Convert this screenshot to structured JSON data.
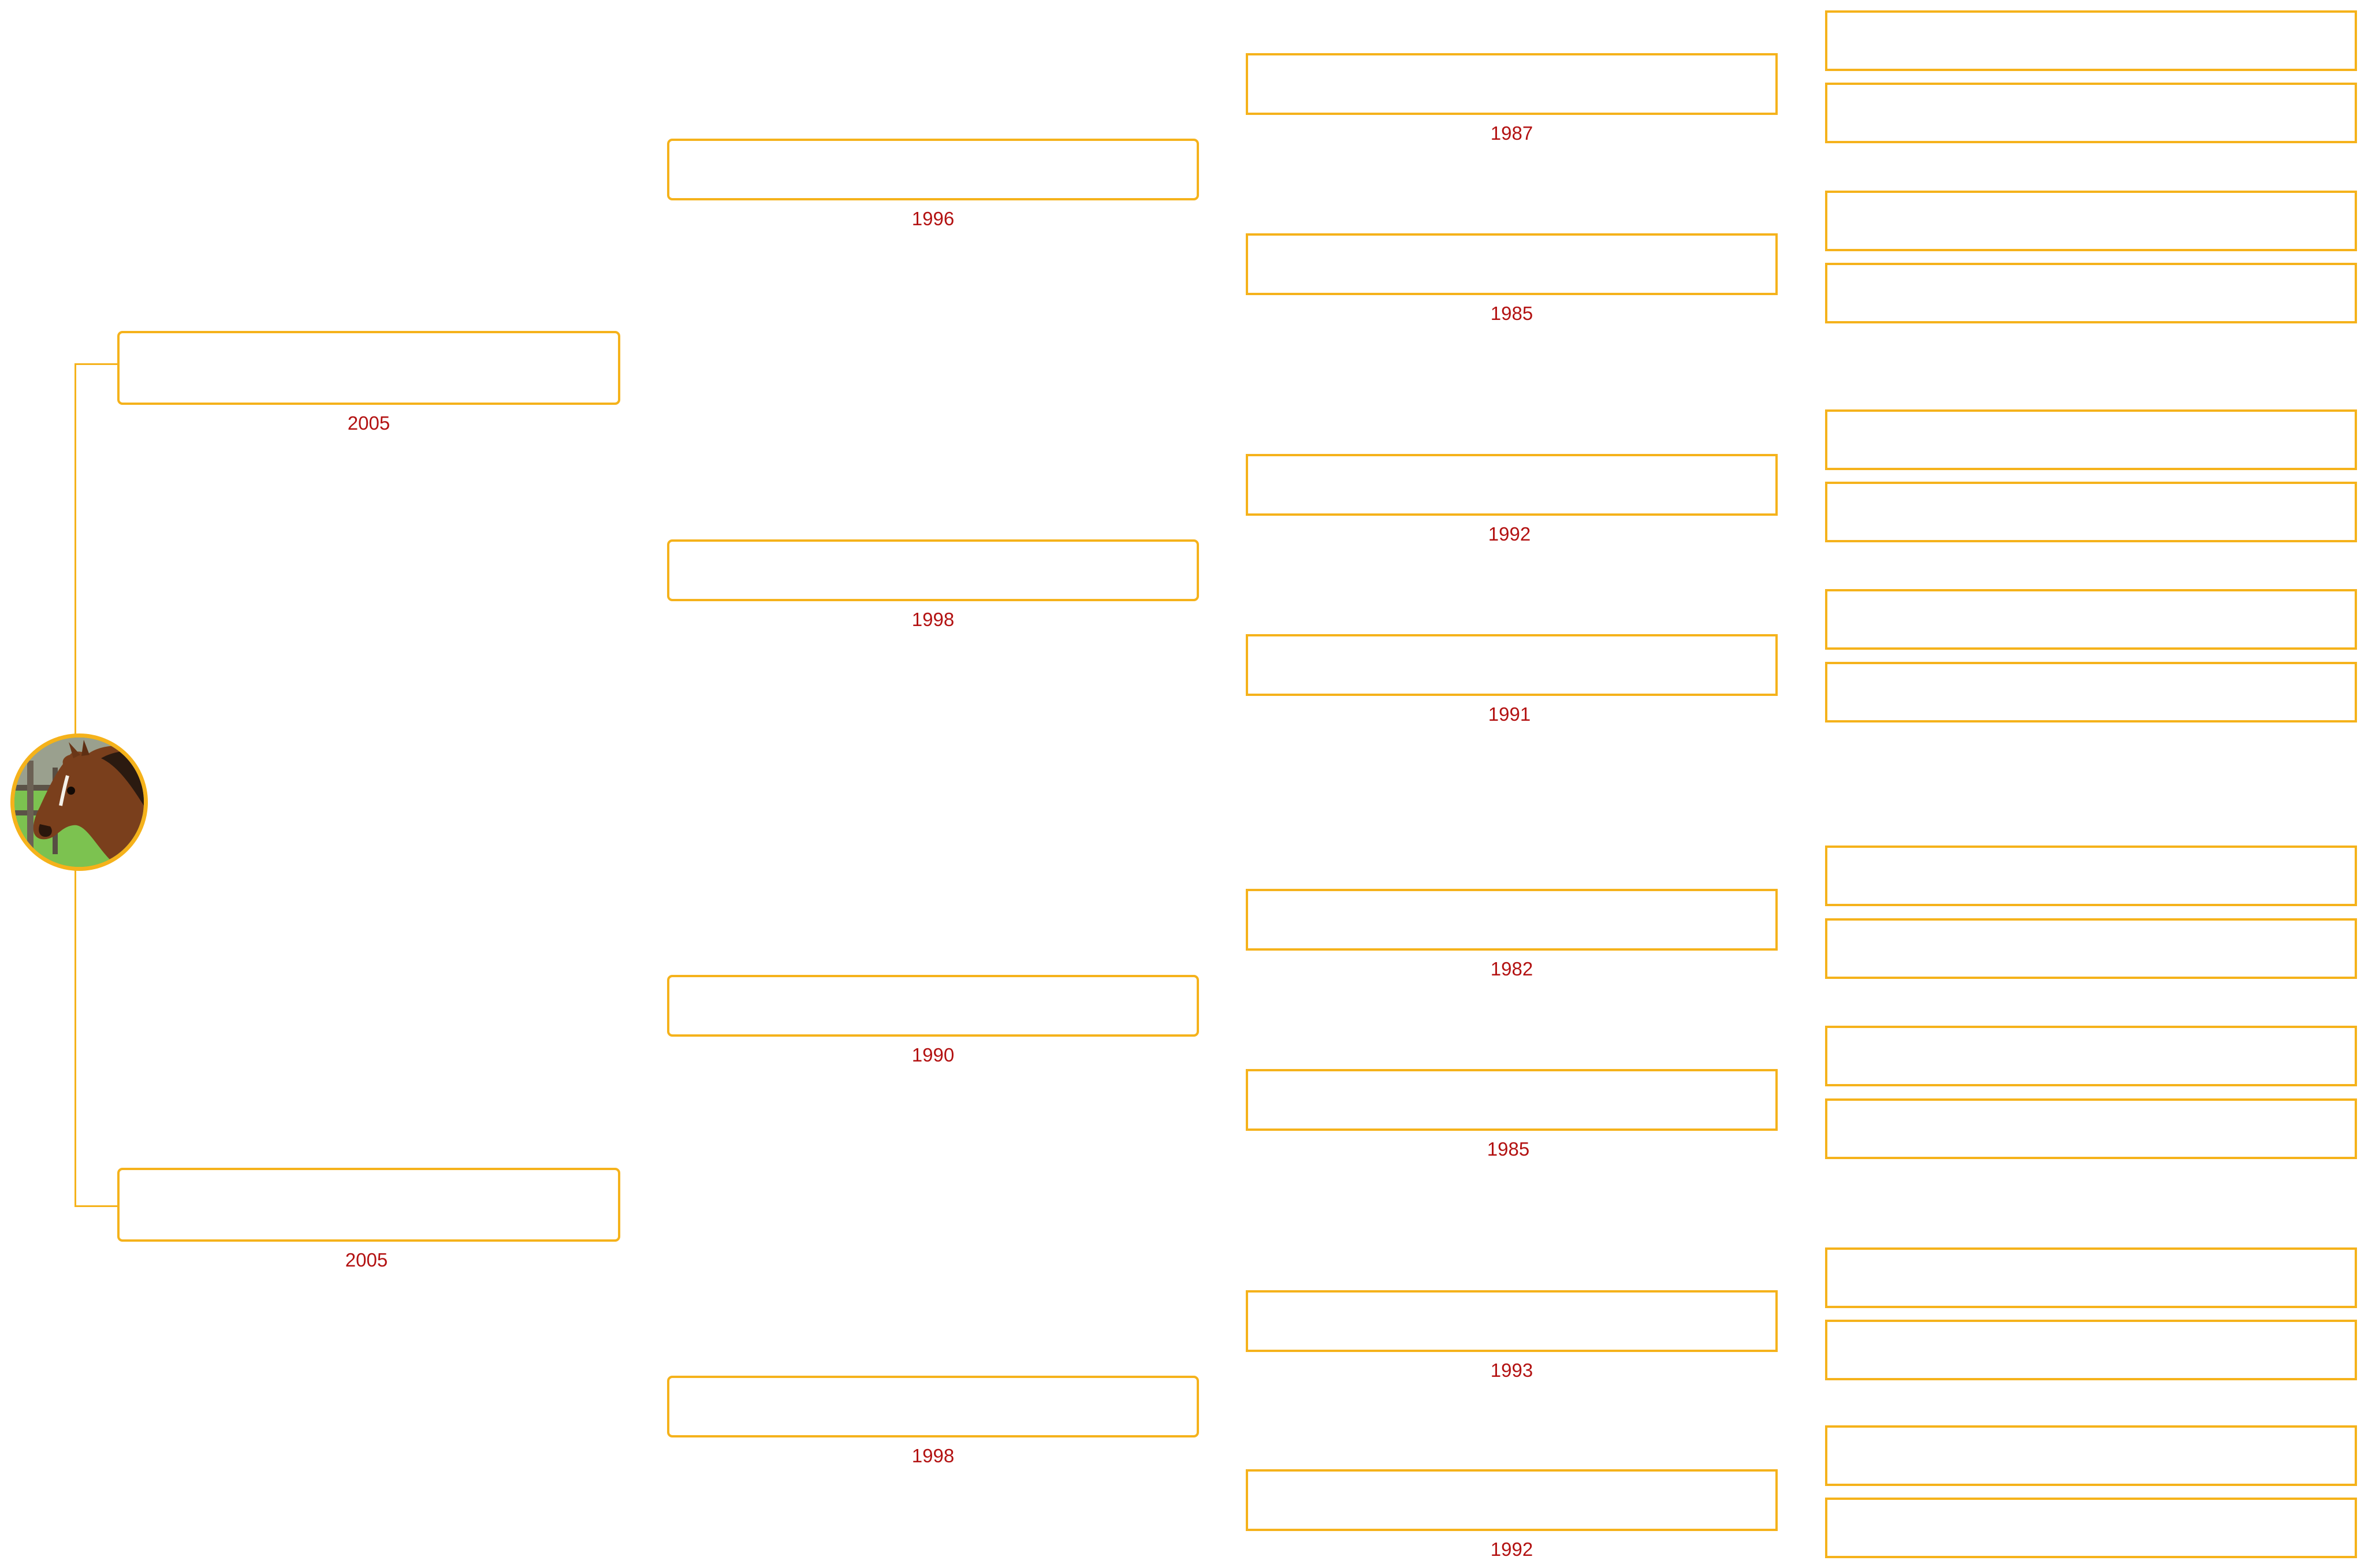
{
  "theme": {
    "accent": "#f5b21b",
    "year_color": "#b31212",
    "background": "#ffffff"
  },
  "subject": {
    "photo_icon": "horse-head-photo"
  },
  "generations": [
    {
      "level": 1,
      "ancestors": [
        {
          "id": "sire",
          "name": "",
          "year": "2005"
        },
        {
          "id": "dam",
          "name": "",
          "year": "2005"
        }
      ]
    },
    {
      "level": 2,
      "ancestors": [
        {
          "id": "sire-sire",
          "name": "",
          "year": "1996"
        },
        {
          "id": "sire-dam",
          "name": "",
          "year": "1998"
        },
        {
          "id": "dam-sire",
          "name": "",
          "year": "1990"
        },
        {
          "id": "dam-dam",
          "name": "",
          "year": "1998"
        }
      ]
    },
    {
      "level": 3,
      "ancestors": [
        {
          "id": "g3-1",
          "name": "",
          "year": "1987"
        },
        {
          "id": "g3-2",
          "name": "",
          "year": "1985"
        },
        {
          "id": "g3-3",
          "name": "",
          "year": "1992"
        },
        {
          "id": "g3-4",
          "name": "",
          "year": "1991"
        },
        {
          "id": "g3-5",
          "name": "",
          "year": "1982"
        },
        {
          "id": "g3-6",
          "name": "",
          "year": "1985"
        },
        {
          "id": "g3-7",
          "name": "",
          "year": "1993"
        },
        {
          "id": "g3-8",
          "name": "",
          "year": "1992"
        }
      ]
    },
    {
      "level": 4,
      "ancestors": [
        {
          "id": "g4-1",
          "name": ""
        },
        {
          "id": "g4-2",
          "name": ""
        },
        {
          "id": "g4-3",
          "name": ""
        },
        {
          "id": "g4-4",
          "name": ""
        },
        {
          "id": "g4-5",
          "name": ""
        },
        {
          "id": "g4-6",
          "name": ""
        },
        {
          "id": "g4-7",
          "name": ""
        },
        {
          "id": "g4-8",
          "name": ""
        },
        {
          "id": "g4-9",
          "name": ""
        },
        {
          "id": "g4-10",
          "name": ""
        },
        {
          "id": "g4-11",
          "name": ""
        },
        {
          "id": "g4-12",
          "name": ""
        },
        {
          "id": "g4-13",
          "name": ""
        },
        {
          "id": "g4-14",
          "name": ""
        },
        {
          "id": "g4-15",
          "name": ""
        },
        {
          "id": "g4-16",
          "name": ""
        }
      ]
    }
  ]
}
